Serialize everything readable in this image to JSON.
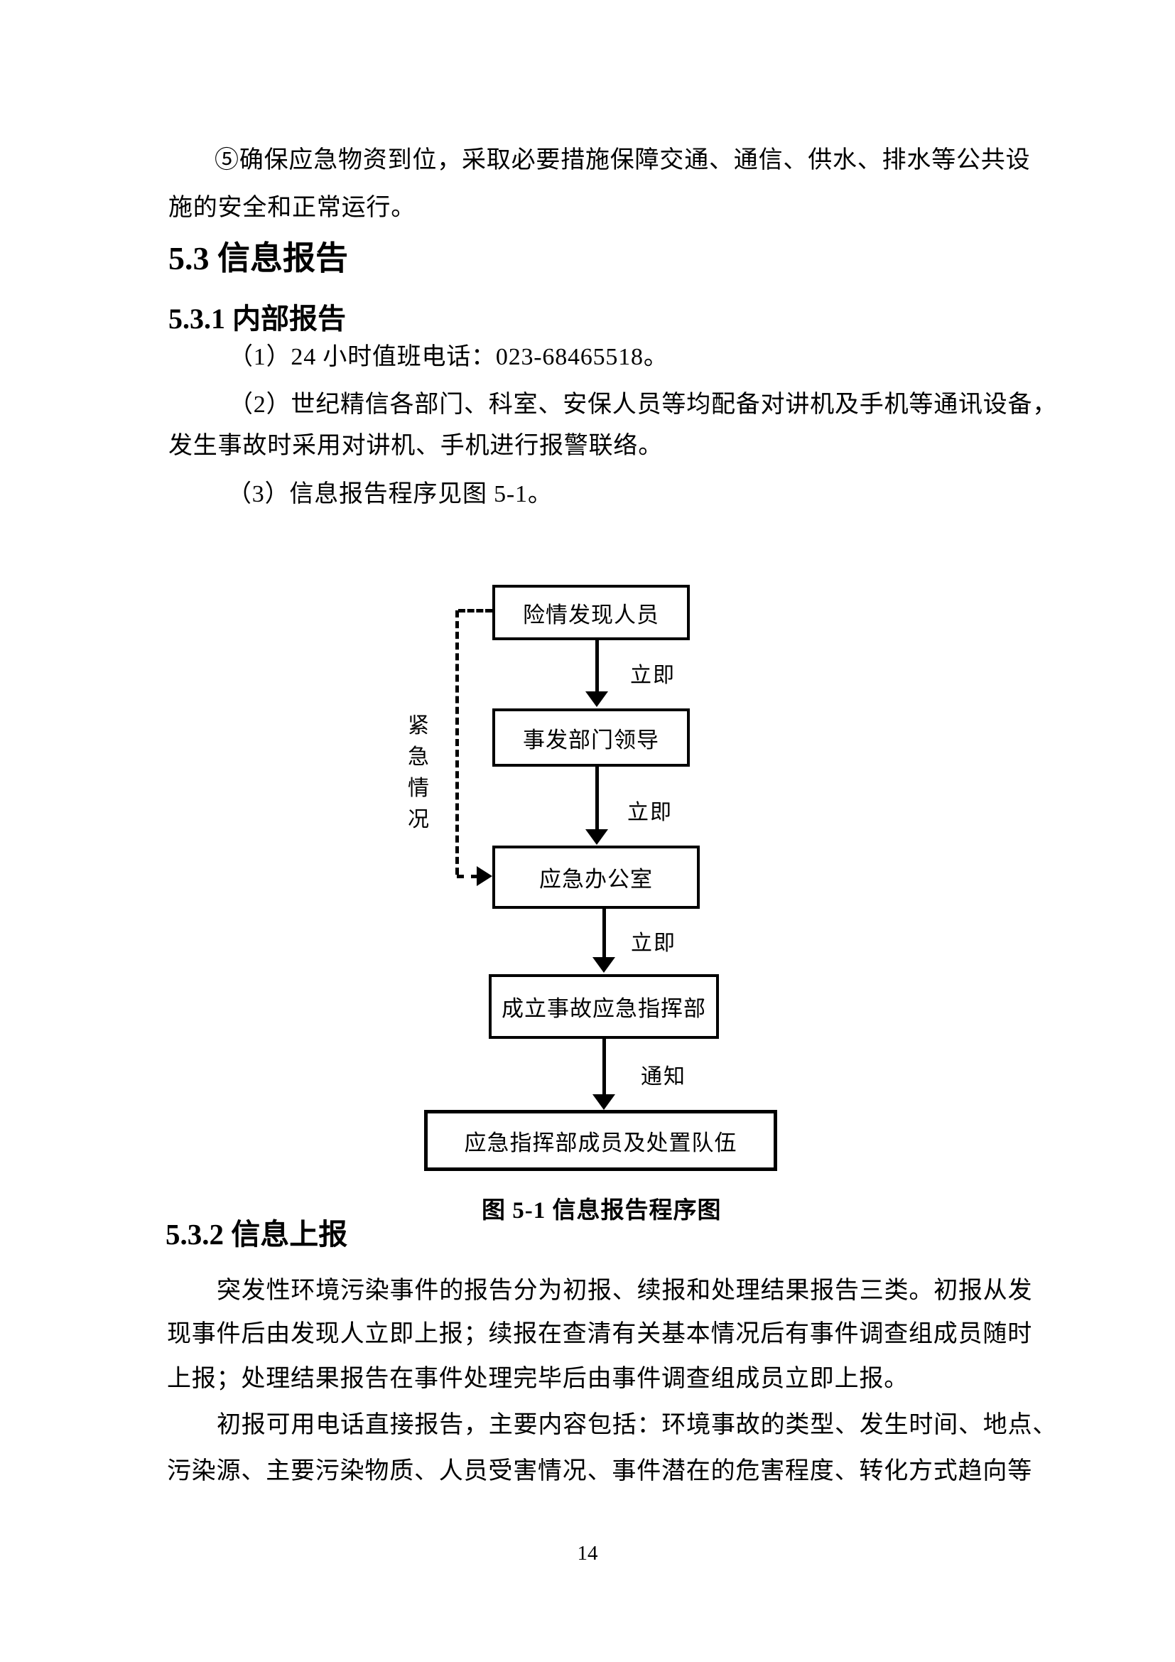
{
  "doc": {
    "intro_line1": "⑤确保应急物资到位，采取必要措施保障交通、通信、供水、排水等公共设",
    "intro_line2": "施的安全和正常运行。",
    "heading_5_3": "5.3 信息报告",
    "heading_5_3_1": "5.3.1 内部报告",
    "item1": "（1）24 小时值班电话：023-68465518。",
    "item2_line1": "（2）世纪精信各部门、科室、安保人员等均配备对讲机及手机等通讯设备，",
    "item2_line2": "发生事故时采用对讲机、手机进行报警联络。",
    "item3": "（3）信息报告程序见图 5-1。",
    "heading_5_3_2": "5.3.2 信息上报",
    "para1_line1": "突发性环境污染事件的报告分为初报、续报和处理结果报告三类。初报从发",
    "para1_line2": "现事件后由发现人立即上报；续报在查清有关基本情况后有事件调查组成员随时",
    "para1_line3": "上报；处理结果报告在事件处理完毕后由事件调查组成员立即上报。",
    "para2_line1": "初报可用电话直接报告，主要内容包括：环境事故的类型、发生时间、地点、",
    "para2_line2": "污染源、主要污染物质、人员受害情况、事件潜在的危害程度、转化方式趋向等",
    "page_number": "14"
  },
  "flowchart": {
    "caption": "图 5-1 信息报告程序图",
    "nodes": [
      {
        "label": "险情发现人员"
      },
      {
        "label": "事发部门领导"
      },
      {
        "label": "应急办公室"
      },
      {
        "label": "成立事故应急指挥部"
      },
      {
        "label": "应急指挥部成员及处置队伍"
      }
    ],
    "edge_labels": [
      "立即",
      "立即",
      "立即",
      "通知"
    ],
    "bypass_label": "紧急情况",
    "colors": {
      "line": "#000000",
      "background": "#ffffff",
      "text": "#000000"
    }
  }
}
